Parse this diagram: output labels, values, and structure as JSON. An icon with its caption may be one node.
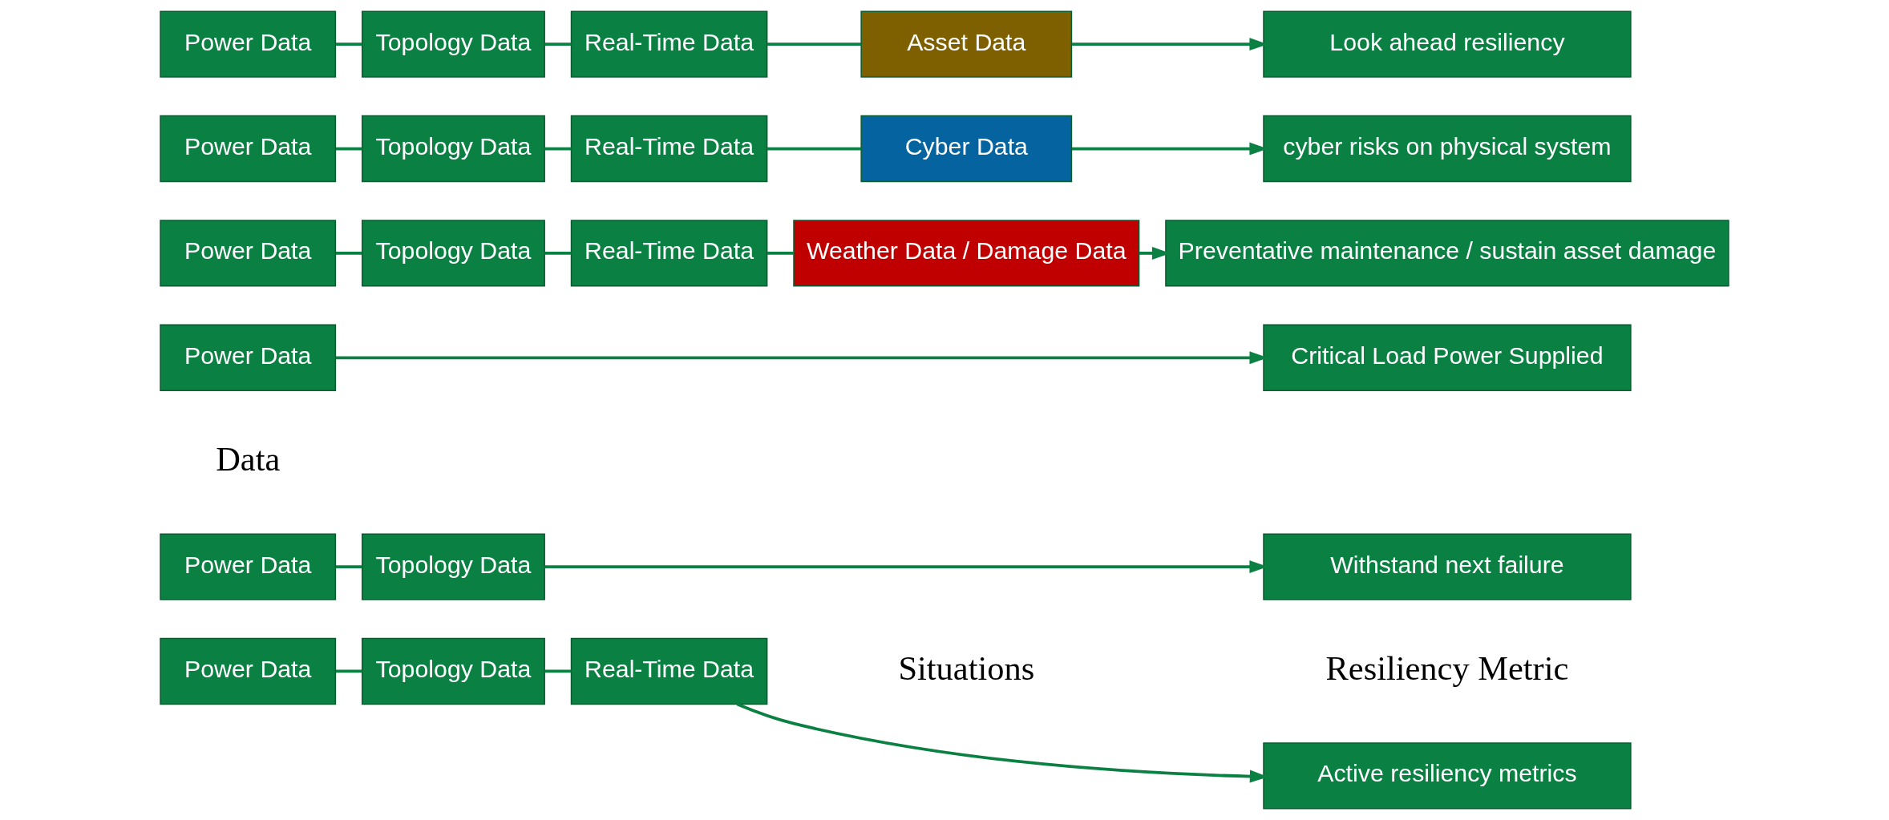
{
  "diagram": {
    "nodes": [
      {
        "text": [
          "Power Data"
        ]
      },
      {
        "text": [
          "Critical Load Power Supplied"
        ]
      },
      {
        "text": [
          "Power Data"
        ]
      },
      {
        "text": [
          "Topology Data"
        ]
      },
      {
        "text": [
          "Withstand next failure"
        ]
      },
      {
        "text": [
          "Power Data"
        ]
      },
      {
        "text": [
          "Topology Data"
        ]
      },
      {
        "text": [
          "Real-Time Data"
        ]
      },
      {
        "text": [
          "Active resiliency metrics"
        ]
      },
      {
        "text": [
          "Power Data"
        ]
      },
      {
        "text": [
          "Topology Data"
        ]
      },
      {
        "text": [
          "Real-Time Data"
        ]
      },
      {
        "text": [
          "Weather Data / Damage Data"
        ]
      },
      {
        "text": [
          "Preventative maintenance / sustain asset damage"
        ]
      },
      {
        "text": [
          "Power Data"
        ]
      },
      {
        "text": [
          "Topology Data"
        ]
      },
      {
        "text": [
          "Real-Time Data"
        ]
      },
      {
        "text": [
          "Cyber Data"
        ]
      },
      {
        "text": [
          "cyber risks on physical system"
        ]
      },
      {
        "text": [
          "Power Data"
        ]
      },
      {
        "text": [
          "Topology Data"
        ]
      },
      {
        "text": [
          "Real-Time Data"
        ]
      },
      {
        "text": [
          "Asset Data"
        ]
      },
      {
        "text": [
          "Look ahead resiliency"
        ]
      }
    ],
    "edges": [
      {
        "from": 0,
        "to": 1,
        "arrow": "to"
      },
      {
        "from": 2,
        "to": 3,
        "arrow": "none"
      },
      {
        "from": 3,
        "to": 4,
        "arrow": "to"
      },
      {
        "from": 5,
        "to": 6,
        "arrow": "none"
      },
      {
        "from": 6,
        "to": 7,
        "arrow": "none"
      },
      {
        "from": 7,
        "to": 8,
        "arrow": "to"
      },
      {
        "from": 9,
        "to": 10,
        "arrow": "none"
      },
      {
        "from": 10,
        "to": 11,
        "arrow": "none"
      },
      {
        "from": 11,
        "to": 12,
        "arrow": "none"
      },
      {
        "from": 12,
        "to": 13,
        "arrow": "to"
      },
      {
        "from": 14,
        "to": 15,
        "arrow": "none"
      },
      {
        "from": 15,
        "to": 16,
        "arrow": "none"
      },
      {
        "from": 16,
        "to": 17,
        "arrow": "none"
      },
      {
        "from": 17,
        "to": 18,
        "arrow": "to"
      },
      {
        "from": 19,
        "to": 20,
        "arrow": "none"
      },
      {
        "from": 20,
        "to": 21,
        "arrow": "none"
      },
      {
        "from": 21,
        "to": 22,
        "arrow": "none"
      },
      {
        "from": 22,
        "to": 23,
        "arrow": "to"
      }
    ],
    "labels": [
      "Data",
      "Situations",
      "Resiliency Metric"
    ]
  }
}
